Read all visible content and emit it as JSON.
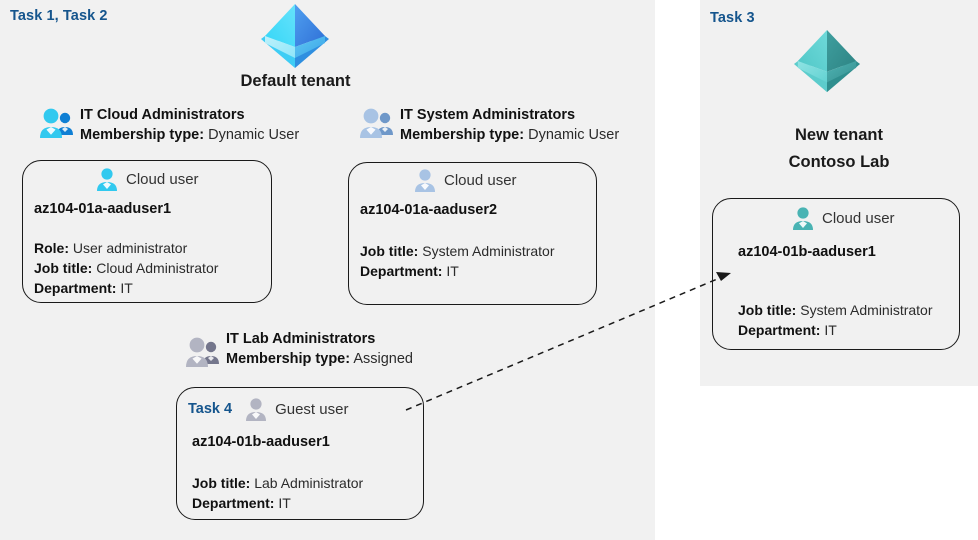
{
  "panels": {
    "left": {
      "task_label": "Task 1, Task 2"
    },
    "right": {
      "task_label": "Task 3"
    }
  },
  "tenants": [
    {
      "id": "default-tenant",
      "title": "Default tenant",
      "icon": "azure-ad-tenant-icon",
      "color": "#3ec8f5"
    },
    {
      "id": "new-tenant",
      "title_line1": "New  tenant",
      "title_line2": "Contoso Lab",
      "icon": "azure-ad-tenant-icon",
      "color": "#48b6b6"
    }
  ],
  "groups": [
    {
      "id": "it-cloud-administrators",
      "name": "IT Cloud Administrators",
      "membership_label": "Membership type:",
      "membership_value": "Dynamic User",
      "icon": "group-users-icon",
      "color": "#29b6e8"
    },
    {
      "id": "it-system-administrators",
      "name": "IT System Administrators",
      "membership_label": "Membership type:",
      "membership_value": "Dynamic User",
      "icon": "group-users-icon",
      "color": "#9dbbe0"
    },
    {
      "id": "it-lab-administrators",
      "name": "IT Lab Administrators",
      "membership_label": "Membership type:",
      "membership_value": "Assigned",
      "icon": "group-users-icon",
      "color": "#a9aab8"
    }
  ],
  "cards": [
    {
      "id": "card-aaduser1-default",
      "user_type": "Cloud user",
      "user_icon": "cloud-user-icon",
      "user_name": "az104-01a-aaduser1",
      "inline_task": "",
      "attrs": [
        {
          "label": "Role:",
          "value": "User administrator"
        },
        {
          "label": "Job title:",
          "value": "Cloud Administrator"
        },
        {
          "label": "Department:",
          "value": "IT"
        }
      ]
    },
    {
      "id": "card-aaduser2-default",
      "user_type": "Cloud user",
      "user_icon": "cloud-user-icon",
      "user_name": "az104-01a-aaduser2",
      "inline_task": "",
      "attrs": [
        {
          "label": "Job title:",
          "value": "System Administrator"
        },
        {
          "label": "Department:",
          "value": "IT"
        }
      ]
    },
    {
      "id": "card-guest-aaduser1-lab",
      "user_type": "Guest user",
      "user_icon": "guest-user-icon",
      "user_name": "az104-01b-aaduser1",
      "inline_task": "Task 4",
      "attrs": [
        {
          "label": "Job title:",
          "value": "Lab Administrator"
        },
        {
          "label": "Department:",
          "value": "IT"
        }
      ]
    },
    {
      "id": "card-aaduser1-contoso",
      "user_type": "Cloud user",
      "user_icon": "cloud-user-icon",
      "user_name": "az104-01b-aaduser1",
      "inline_task": "",
      "attrs": [
        {
          "label": "Job title:",
          "value": "System Administrator"
        },
        {
          "label": "Department:",
          "value": "IT"
        }
      ]
    }
  ],
  "connector": {
    "id": "invite-arrow",
    "style": "dashed-arrow"
  },
  "colors": {
    "panel_bg": "#f1f1f1",
    "task_blue": "#15558d",
    "card_border": "#1a1a1a",
    "text_dark": "#111111"
  }
}
